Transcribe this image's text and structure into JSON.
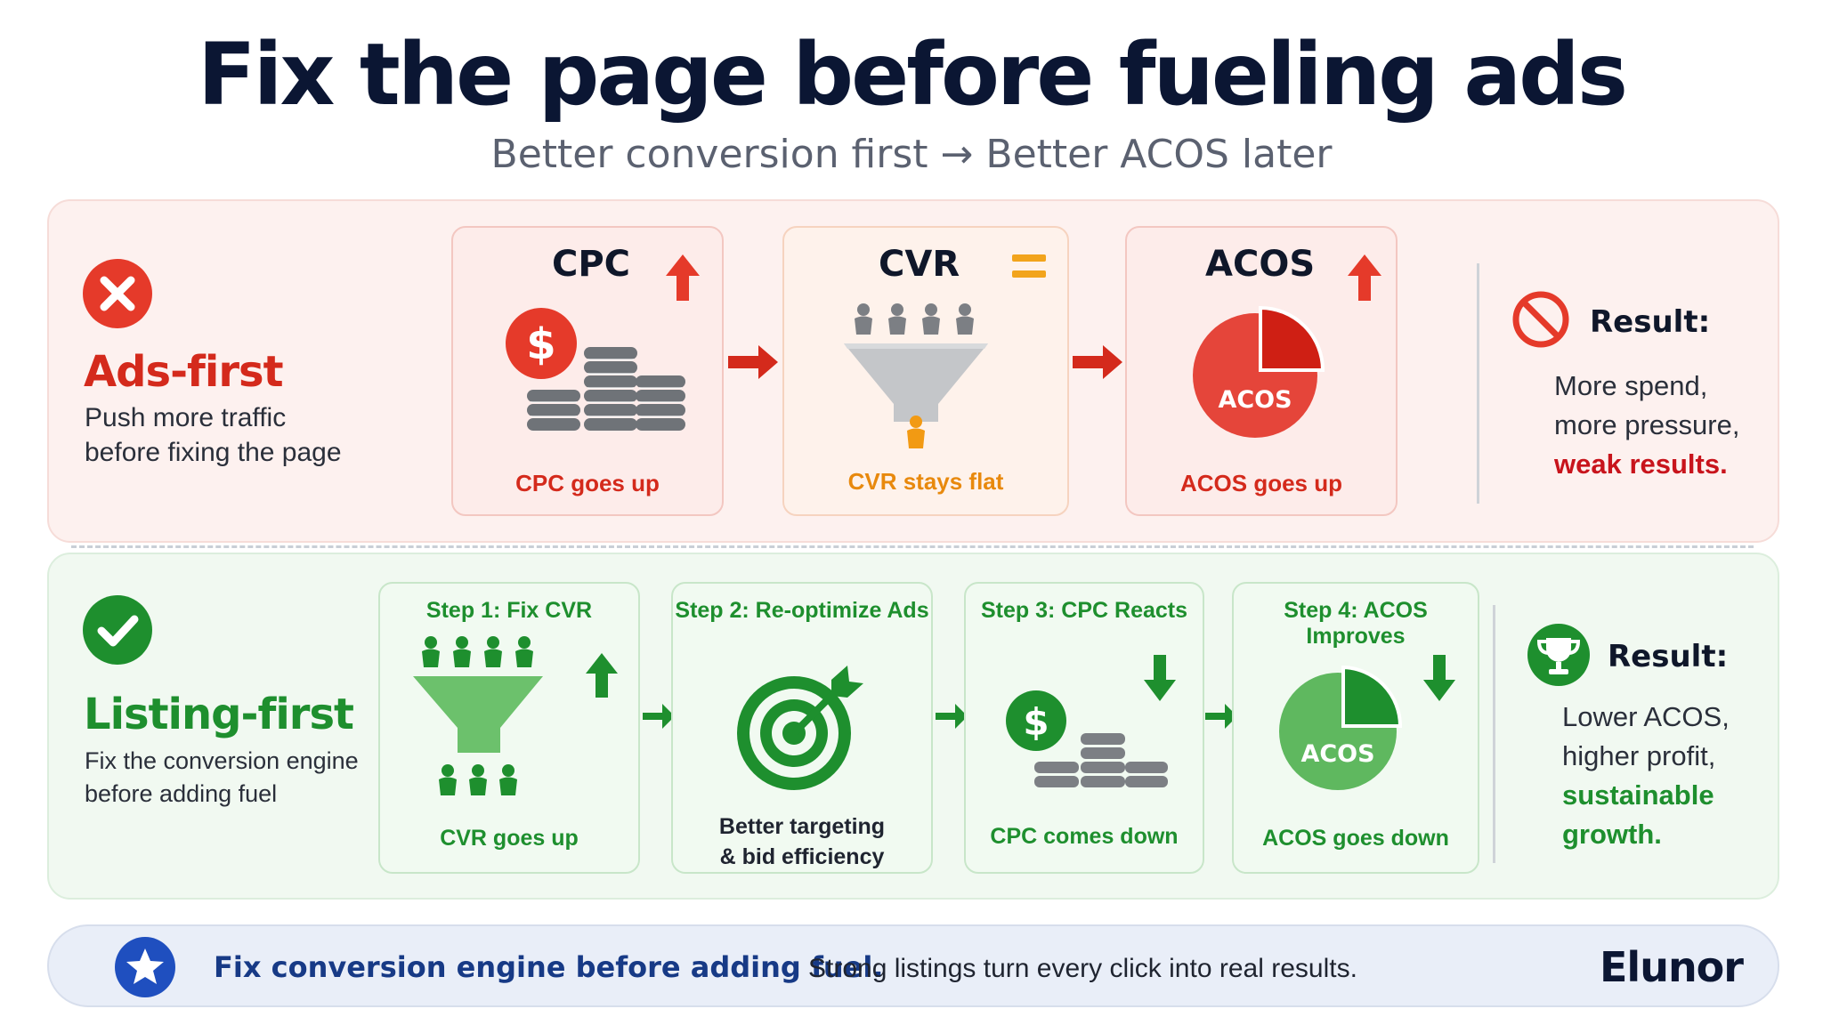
{
  "header": {
    "title": "Fix the page before fueling ads",
    "subtitle": "Better conversion first → Better ACOS later"
  },
  "colors": {
    "red": "#d42a1c",
    "orange": "#f2a41c",
    "green": "#1e8f2e",
    "navy": "#173a86",
    "grey": "#8a8d92"
  },
  "ads_first": {
    "title": "Ads-first",
    "description_line1": "Push more traffic",
    "description_line2": "before fixing the page",
    "icon": "x-circle-icon",
    "cards": [
      {
        "title": "CPC",
        "caption": "CPC goes up",
        "trend": "up",
        "icon": "coins-icon"
      },
      {
        "title": "CVR",
        "caption": "CVR stays flat",
        "trend": "equal",
        "icon": "funnel-icon"
      },
      {
        "title": "ACOS",
        "caption": "ACOS goes up",
        "trend": "up",
        "icon": "pie-icon",
        "pie_label": "ACOS"
      }
    ],
    "result": {
      "title": "Result:",
      "line1": "More spend,",
      "line2": "more pressure,",
      "emphasis": "weak results.",
      "icon": "no-entry-icon"
    }
  },
  "listing_first": {
    "title": "Listing-first",
    "description_line1": "Fix the conversion engine",
    "description_line2": "before adding fuel",
    "icon": "check-circle-icon",
    "steps": [
      {
        "title": "Step 1: Fix CVR",
        "caption": "CVR goes up",
        "trend": "up",
        "icon": "funnel-icon"
      },
      {
        "title": "Step 2: Re-optimize Ads",
        "caption_line1": "Better targeting",
        "caption_line2": "& bid efficiency",
        "icon": "target-icon"
      },
      {
        "title": "Step 3: CPC Reacts",
        "caption": "CPC comes down",
        "trend": "down",
        "icon": "coins-icon"
      },
      {
        "title": "Step 4: ACOS Improves",
        "caption": "ACOS goes down",
        "trend": "down",
        "icon": "pie-icon",
        "pie_label": "ACOS"
      }
    ],
    "result": {
      "title": "Result:",
      "line1": "Lower ACOS,",
      "line2": "higher profit,",
      "emphasis1": "sustainable",
      "emphasis2": "growth.",
      "icon": "trophy-icon"
    }
  },
  "footer": {
    "headline": "Fix conversion engine before adding fuel.",
    "text": "Strong listings turn every click into real results.",
    "brand": "Elunor",
    "icon": "star-icon"
  }
}
